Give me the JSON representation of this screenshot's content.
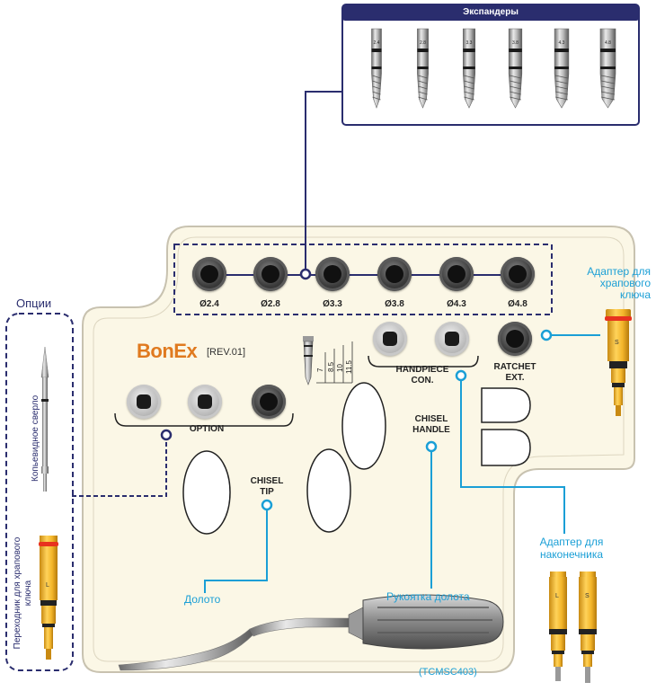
{
  "expanders_box": {
    "title": "Экспандеры",
    "sizes": [
      "2.4",
      "2.8",
      "3.3",
      "3.8",
      "4.3",
      "4.8"
    ]
  },
  "tray": {
    "brand": "BonEx",
    "revision": "[REV.01]",
    "diameters": [
      "Ø2.4",
      "Ø2.8",
      "Ø3.3",
      "Ø3.8",
      "Ø4.3",
      "Ø4.8"
    ],
    "depth_marks": [
      "7",
      "8.5",
      "10",
      "11.5"
    ],
    "option_label": "OPTION",
    "handpiece_label": "HANDPIECE\nCON.",
    "ratchet_label": "RATCHET\nEXT.",
    "chisel_handle_label": "CHISEL\nHANDLE",
    "chisel_tip_label": "CHISEL\nTIP"
  },
  "options_panel": {
    "title": "Опции",
    "drill_label": "Копьевидное сверло",
    "adapter_label": "Переходник для храпового ключа",
    "adapter_marks": [
      "L"
    ]
  },
  "callouts": {
    "ratchet_adapter": "Адаптер для\nхрапового\nключа",
    "handpiece_adapter": "Адаптер для\nнаконечника",
    "chisel": "Долото",
    "chisel_handle": "Рукоятка долота",
    "chisel_handle_code": "(TCMSC403)"
  },
  "adapter_marks": {
    "ratchet": "S",
    "handpiece": [
      "L",
      "S"
    ]
  },
  "colors": {
    "navy": "#2a2d6e",
    "callout_blue": "#1a9fd6",
    "brand_orange": "#e07a1f",
    "tray": "#fbf7e6"
  }
}
